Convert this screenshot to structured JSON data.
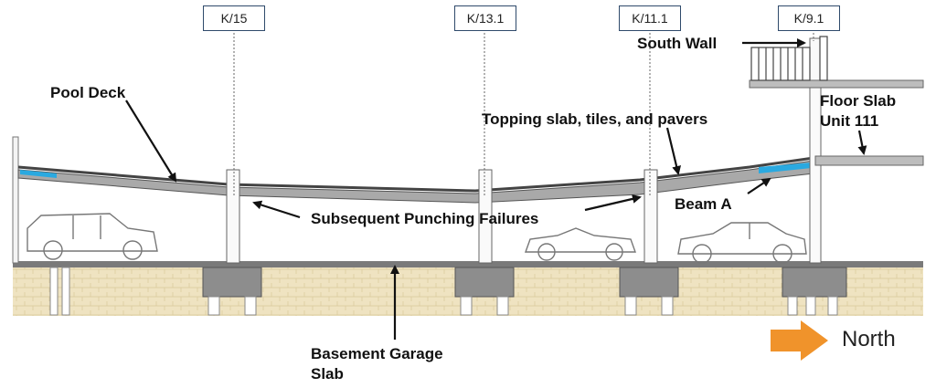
{
  "grid_labels": [
    "K/15",
    "K/13.1",
    "K/11.1",
    "K/9.1"
  ],
  "annotations": {
    "south_wall": "South Wall",
    "pool_deck": "Pool Deck",
    "floor_slab_line1": "Floor Slab",
    "floor_slab_line2": "Unit 111",
    "topping_slab": "Topping slab, tiles, and pavers",
    "beam_a": "Beam A",
    "punching": "Subsequent Punching Failures",
    "basement_line1": "Basement Garage",
    "basement_line2": "Slab"
  },
  "direction": {
    "label": "North",
    "arrow_color": "#f0932b"
  },
  "colors": {
    "slab_dark": "#6b6b6b",
    "slab_fill": "#a9a9a9",
    "water": "#2aa9e0",
    "soil": "#efe3c1",
    "footing": "#8a8a8a",
    "label_border": "#2f4a6b"
  },
  "icons": [
    "car-suv-icon",
    "car-convertible-icon",
    "car-sedan-icon",
    "railing-icon"
  ]
}
